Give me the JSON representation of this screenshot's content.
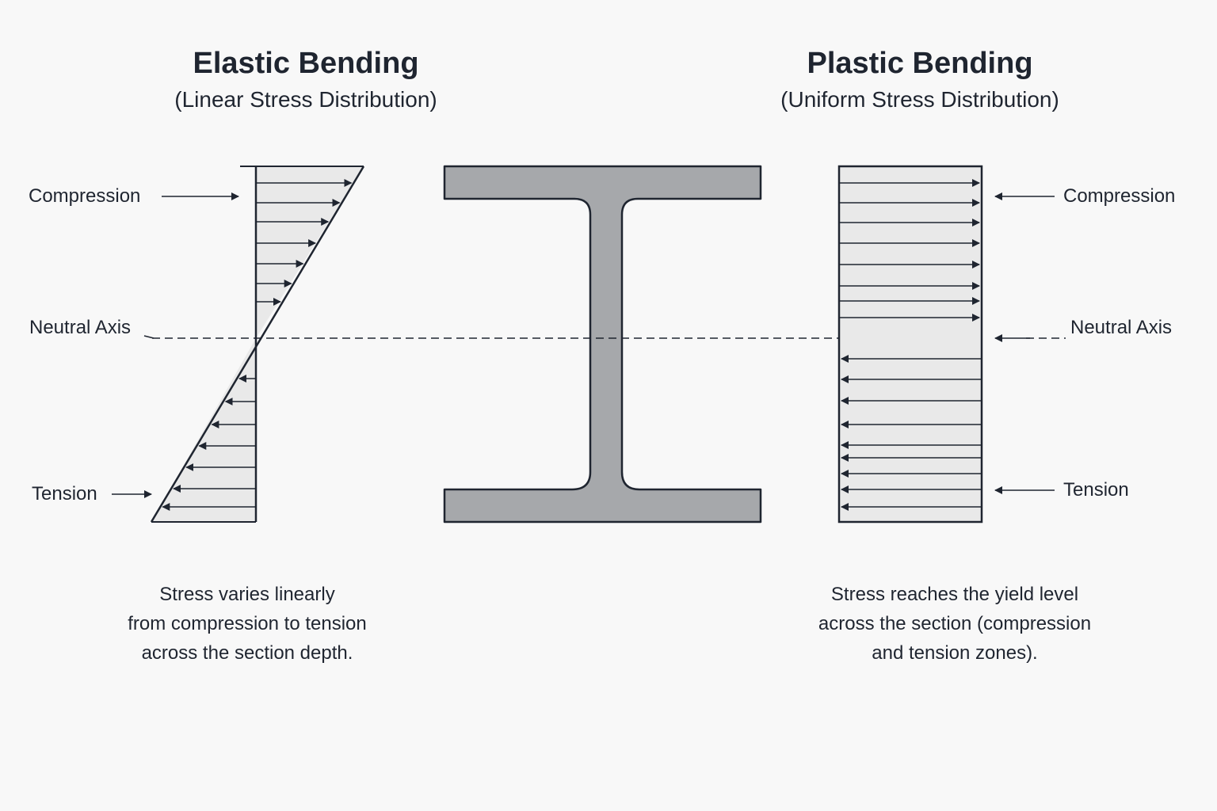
{
  "elastic": {
    "title": "Elastic Bending",
    "subtitle": "(Linear Stress Distribution)",
    "labels": {
      "compression": "Compression",
      "neutral_axis": "Neutral Axis",
      "tension": "Tension"
    },
    "caption": [
      "Stress varies linearly",
      "from compression to tension",
      "across the section depth."
    ]
  },
  "plastic": {
    "title": "Plastic Bending",
    "subtitle": "(Uniform Stress Distribution)",
    "labels": {
      "compression": "Compression",
      "neutral_axis": "Neutral Axis",
      "tension": "Tension"
    },
    "caption": [
      "Stress reaches the yield level",
      "across the section (compression",
      "and tension zones)."
    ]
  },
  "colors": {
    "ink": "#1f2530",
    "beam_fill": "#a6a8ab",
    "diagram_fill": "#e9e9e9",
    "background": "#f8f8f8"
  }
}
